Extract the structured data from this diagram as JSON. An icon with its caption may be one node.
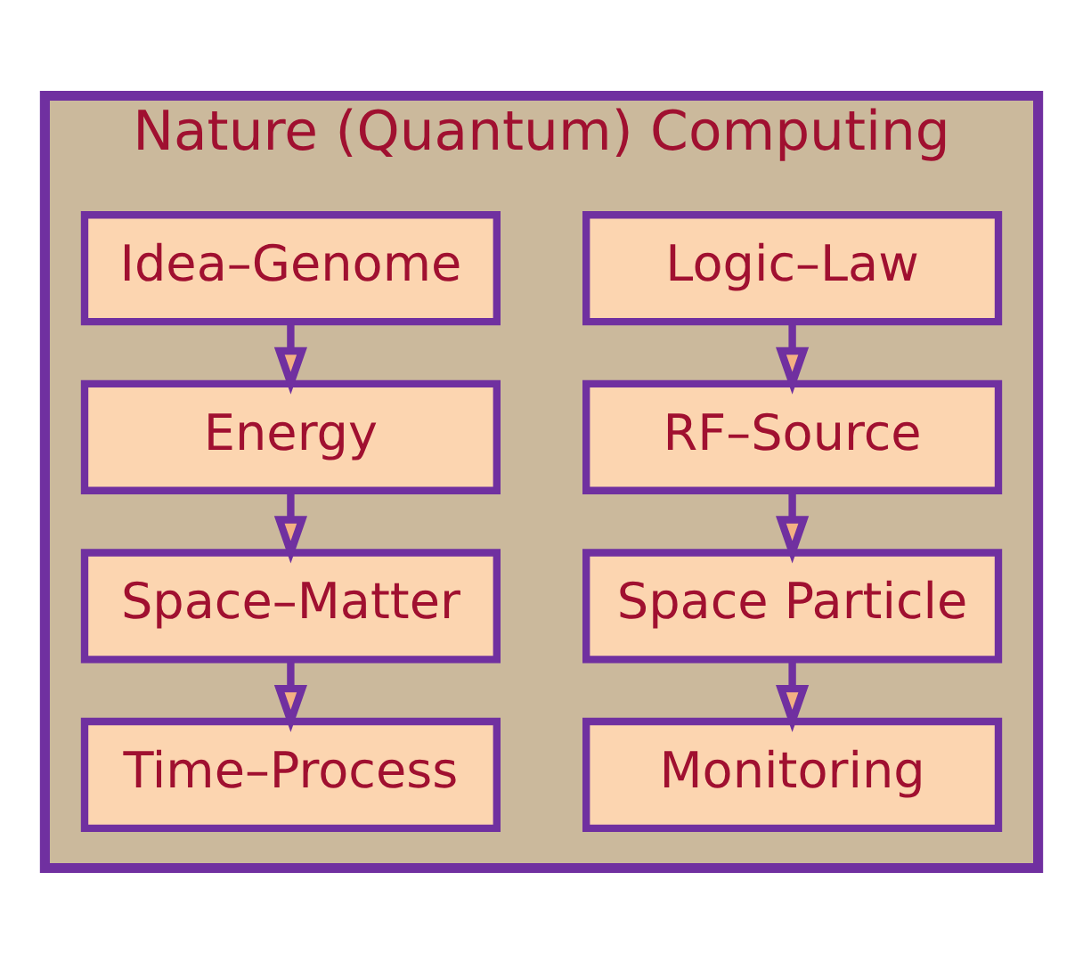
{
  "diagram": {
    "nodes": [
      {
        "text": [
          "Nature (Quantum) Computing"
        ]
      },
      {
        "text": [
          "Logic–Law"
        ],
        "in": 0
      },
      {
        "text": [
          "RF–Source"
        ],
        "in": 0
      },
      {
        "text": [
          "Space Particle"
        ],
        "in": 0
      },
      {
        "text": [
          "Monitoring"
        ],
        "in": 0
      },
      {
        "text": [
          "Idea–Genome"
        ],
        "in": 0
      },
      {
        "text": [
          "Energy"
        ],
        "in": 0
      },
      {
        "text": [
          "Space–Matter"
        ],
        "in": 0
      },
      {
        "text": [
          "Time–Process"
        ],
        "in": 0
      }
    ],
    "edges": [
      {
        "from": 1,
        "to": 2,
        "arrow": "to"
      },
      {
        "from": 2,
        "to": 3,
        "arrow": "to"
      },
      {
        "from": 3,
        "to": 4,
        "arrow": "to"
      },
      {
        "from": 5,
        "to": 6,
        "arrow": "to"
      },
      {
        "from": 6,
        "to": 7,
        "arrow": "to"
      },
      {
        "from": 7,
        "to": 8,
        "arrow": "to"
      }
    ]
  }
}
